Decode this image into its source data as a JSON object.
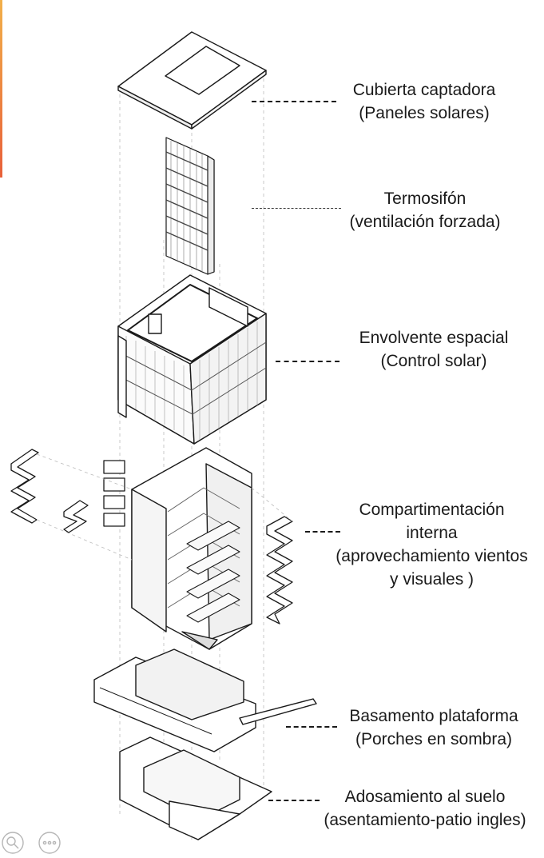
{
  "layers": [
    {
      "id": "roof",
      "title": "Cubierta captadora",
      "subtitle": "(Paneles solares)"
    },
    {
      "id": "thermosiphon",
      "title": "Termosifón",
      "subtitle": "(ventilación forzada)"
    },
    {
      "id": "envelope",
      "title": "Envolvente espacial",
      "subtitle": "(Control solar)"
    },
    {
      "id": "partition",
      "title": "Compartimentación",
      "line2": "interna",
      "line3": "(aprovechamiento vientos",
      "line4": "y visuales )"
    },
    {
      "id": "platform",
      "title": "Basamento plataforma",
      "subtitle": "(Porches en sombra)"
    },
    {
      "id": "ground",
      "title": "Adosamiento al suelo",
      "subtitle": "(asentamiento-patio ingles)"
    }
  ],
  "controls": {
    "zoom_icon": "magnifier-icon",
    "more_icon": "ellipsis-icon"
  },
  "colors": {
    "ink": "#1a1a1a",
    "accent_top": "#f2b04a",
    "accent_bottom": "#e8603a"
  }
}
